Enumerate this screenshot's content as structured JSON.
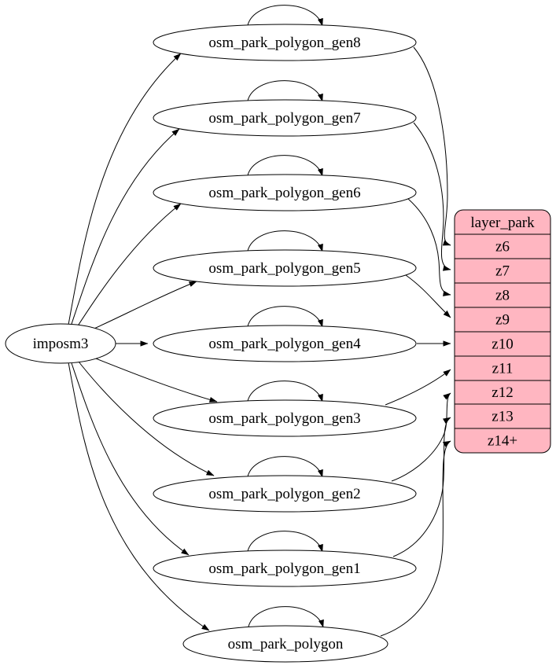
{
  "nodes": {
    "source": {
      "label": "imposm3"
    },
    "tables": [
      {
        "label": "osm_park_polygon_gen8"
      },
      {
        "label": "osm_park_polygon_gen7"
      },
      {
        "label": "osm_park_polygon_gen6"
      },
      {
        "label": "osm_park_polygon_gen5"
      },
      {
        "label": "osm_park_polygon_gen4"
      },
      {
        "label": "osm_park_polygon_gen3"
      },
      {
        "label": "osm_park_polygon_gen2"
      },
      {
        "label": "osm_park_polygon_gen1"
      },
      {
        "label": "osm_park_polygon"
      }
    ],
    "record": {
      "title": "layer_park",
      "rows": [
        "z6",
        "z7",
        "z8",
        "z9",
        "z10",
        "z11",
        "z12",
        "z13",
        "z14+"
      ]
    }
  },
  "edges": [
    {
      "from": "imposm3",
      "to": "osm_park_polygon_gen8"
    },
    {
      "from": "imposm3",
      "to": "osm_park_polygon_gen7"
    },
    {
      "from": "imposm3",
      "to": "osm_park_polygon_gen6"
    },
    {
      "from": "imposm3",
      "to": "osm_park_polygon_gen5"
    },
    {
      "from": "imposm3",
      "to": "osm_park_polygon_gen4"
    },
    {
      "from": "imposm3",
      "to": "osm_park_polygon_gen3"
    },
    {
      "from": "imposm3",
      "to": "osm_park_polygon_gen2"
    },
    {
      "from": "imposm3",
      "to": "osm_park_polygon_gen1"
    },
    {
      "from": "imposm3",
      "to": "osm_park_polygon"
    },
    {
      "from": "osm_park_polygon_gen8",
      "to": "osm_park_polygon_gen8",
      "type": "self-loop"
    },
    {
      "from": "osm_park_polygon_gen7",
      "to": "osm_park_polygon_gen7",
      "type": "self-loop"
    },
    {
      "from": "osm_park_polygon_gen6",
      "to": "osm_park_polygon_gen6",
      "type": "self-loop"
    },
    {
      "from": "osm_park_polygon_gen5",
      "to": "osm_park_polygon_gen5",
      "type": "self-loop"
    },
    {
      "from": "osm_park_polygon_gen4",
      "to": "osm_park_polygon_gen4",
      "type": "self-loop"
    },
    {
      "from": "osm_park_polygon_gen3",
      "to": "osm_park_polygon_gen3",
      "type": "self-loop"
    },
    {
      "from": "osm_park_polygon_gen2",
      "to": "osm_park_polygon_gen2",
      "type": "self-loop"
    },
    {
      "from": "osm_park_polygon_gen1",
      "to": "osm_park_polygon_gen1",
      "type": "self-loop"
    },
    {
      "from": "osm_park_polygon",
      "to": "osm_park_polygon",
      "type": "self-loop"
    },
    {
      "from": "osm_park_polygon_gen8",
      "to": "layer_park.z6"
    },
    {
      "from": "osm_park_polygon_gen7",
      "to": "layer_park.z7"
    },
    {
      "from": "osm_park_polygon_gen6",
      "to": "layer_park.z8"
    },
    {
      "from": "osm_park_polygon_gen5",
      "to": "layer_park.z9"
    },
    {
      "from": "osm_park_polygon_gen4",
      "to": "layer_park.z10"
    },
    {
      "from": "osm_park_polygon_gen3",
      "to": "layer_park.z11"
    },
    {
      "from": "osm_park_polygon_gen2",
      "to": "layer_park.z12"
    },
    {
      "from": "osm_park_polygon_gen1",
      "to": "layer_park.z13"
    },
    {
      "from": "osm_park_polygon",
      "to": "layer_park.z14+"
    }
  ],
  "colors": {
    "record_fill": "#ffb6c1",
    "node_fill": "#ffffff",
    "stroke": "#000000"
  }
}
